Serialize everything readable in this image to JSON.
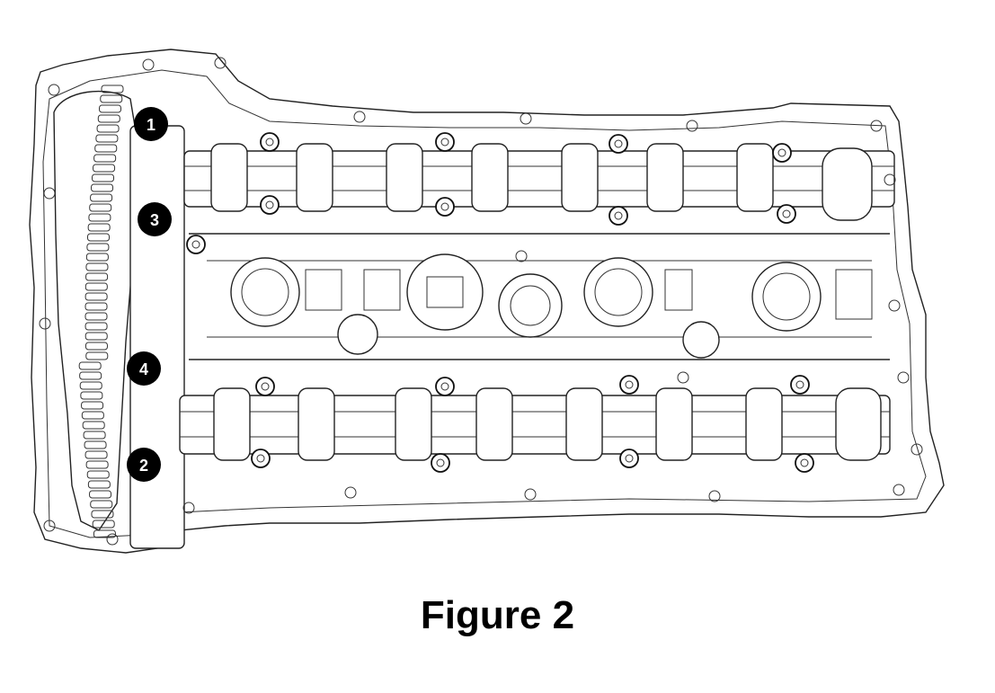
{
  "caption": "Figure 2",
  "callouts": [
    {
      "label": "1"
    },
    {
      "label": "3"
    },
    {
      "label": "4"
    },
    {
      "label": "2"
    }
  ],
  "colors": {
    "line": "#222222",
    "callout_fill": "#000000",
    "callout_text": "#ffffff",
    "background": "#ffffff"
  }
}
